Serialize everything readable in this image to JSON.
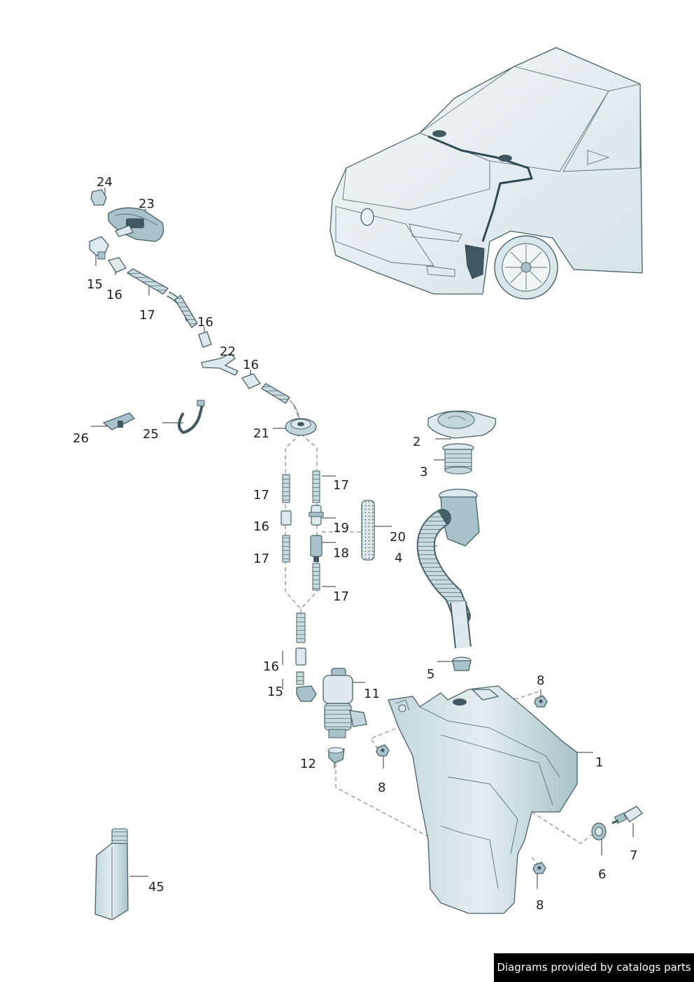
{
  "colors": {
    "part_fill": "#dde9ec",
    "part_shade": "#a9c2c9",
    "part_dark": "#425860",
    "outline": "#46606a",
    "banner_bg": "#000000",
    "banner_text": "#ffffff"
  },
  "callouts": {
    "c1": "1",
    "c2": "2",
    "c3": "3",
    "c4": "4",
    "c5": "5",
    "c6": "6",
    "c7": "7",
    "c8": "8",
    "c11": "11",
    "c12": "12",
    "c15": "15",
    "c16": "16",
    "c17": "17",
    "c18": "18",
    "c19": "19",
    "c20": "20",
    "c21": "21",
    "c22": "22",
    "c23": "23",
    "c24": "24",
    "c25": "25",
    "c26": "26",
    "c45": "45"
  },
  "banner": {
    "text": "Diagrams provided by catalogs parts"
  }
}
